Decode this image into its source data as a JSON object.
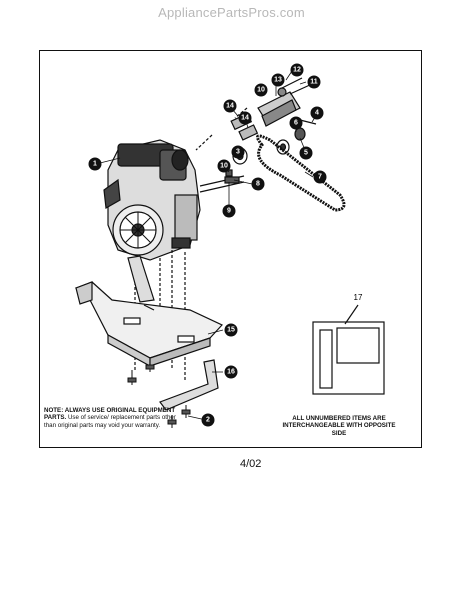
{
  "watermark": "AppliancePartsPros.com",
  "note_left": {
    "bold": "NOTE: ALWAYS USE ORIGINAL EQUIPMENT PARTS.",
    "text": " Use of service/ replacement parts other than original parts may void your warranty."
  },
  "note_right": "ALL UNNUMBERED ITEMS ARE INTERCHANGEABLE WITH OPPOSITE SIDE",
  "date_code": "4/02",
  "callouts": [
    "1",
    "2",
    "3",
    "4",
    "5",
    "6",
    "7",
    "8",
    "9",
    "10",
    "11",
    "12",
    "13",
    "14",
    "14",
    "15",
    "16",
    "17"
  ]
}
